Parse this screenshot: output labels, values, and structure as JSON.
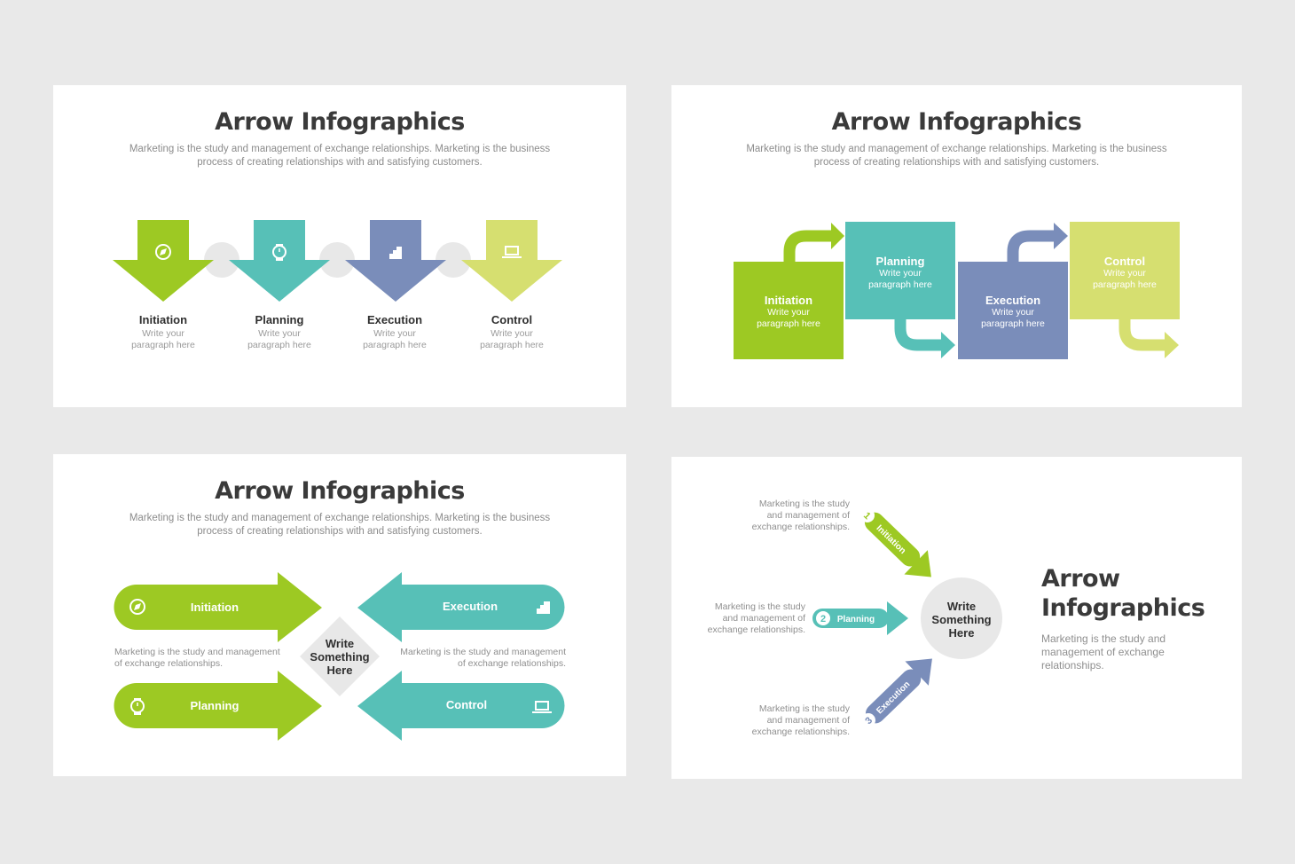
{
  "colors": {
    "green": "#9dc923",
    "teal": "#57c0b7",
    "purple": "#7a8dba",
    "lime": "#d6df70",
    "grey": "#e8e8e8"
  },
  "slide1": {
    "title": "Arrow Infographics",
    "subtitle_line1": "Marketing is the study and management of exchange relationships. Marketing is the business",
    "subtitle_line2": "process of creating relationships with and satisfying customers.",
    "steps": [
      {
        "label": "Initiation",
        "desc1": "Write your",
        "desc2": "paragraph here",
        "icon": "compass-icon"
      },
      {
        "label": "Planning",
        "desc1": "Write your",
        "desc2": "paragraph here",
        "icon": "watch-icon"
      },
      {
        "label": "Execution",
        "desc1": "Write your",
        "desc2": "paragraph here",
        "icon": "stairs-icon"
      },
      {
        "label": "Control",
        "desc1": "Write your",
        "desc2": "paragraph here",
        "icon": "laptop-icon"
      }
    ]
  },
  "slide2": {
    "title": "Arrow Infographics",
    "subtitle_line1": "Marketing is the study and management of exchange relationships. Marketing is the business",
    "subtitle_line2": "process of creating relationships with and satisfying customers.",
    "steps": [
      {
        "label": "Initiation",
        "desc1": "Write your",
        "desc2": "paragraph here"
      },
      {
        "label": "Planning",
        "desc1": "Write your",
        "desc2": "paragraph here"
      },
      {
        "label": "Execution",
        "desc1": "Write your",
        "desc2": "paragraph here"
      },
      {
        "label": "Control",
        "desc1": "Write your",
        "desc2": "paragraph here"
      }
    ]
  },
  "slide3": {
    "title": "Arrow Infographics",
    "subtitle_line1": "Marketing is the study and management of exchange relationships. Marketing is the business",
    "subtitle_line2": "process of creating relationships with and satisfying customers.",
    "center_line1": "Write",
    "center_line2": "Something",
    "center_line3": "Here",
    "arrows": [
      {
        "label": "Initiation",
        "icon": "compass-icon"
      },
      {
        "label": "Planning",
        "icon": "watch-icon"
      },
      {
        "label": "Execution",
        "icon": "stairs-icon"
      },
      {
        "label": "Control",
        "icon": "laptop-icon"
      }
    ],
    "left_desc1": "Marketing is the study and management",
    "left_desc2": "of exchange relationships.",
    "right_desc1": "Marketing is the study and management",
    "right_desc2": "of exchange relationships."
  },
  "slide4": {
    "title_line1": "Arrow",
    "title_line2": "Infographics",
    "body1": "Marketing is the study and",
    "body2": "management of exchange",
    "body3": "relationships.",
    "center_line1": "Write",
    "center_line2": "Something",
    "center_line3": "Here",
    "arrows": [
      {
        "num": "1",
        "label": "Initiation",
        "d1": "Marketing is the study",
        "d2": "and management of",
        "d3": "exchange relationships."
      },
      {
        "num": "2",
        "label": "Planning",
        "d1": "Marketing is the study",
        "d2": "and management of",
        "d3": "exchange relationships."
      },
      {
        "num": "3",
        "label": "Execution",
        "d1": "Marketing is the study",
        "d2": "and management of",
        "d3": "exchange relationships."
      }
    ]
  }
}
